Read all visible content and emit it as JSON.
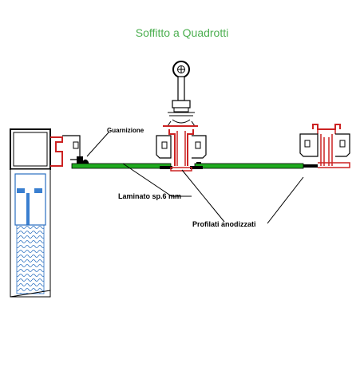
{
  "diagram": {
    "title": "Soffitto a Quadrotti",
    "labels": {
      "gasket": "Guarnizione",
      "laminate": "Laminato sp.6  mm",
      "profiles": "Profilati  anodizzati"
    }
  },
  "colors": {
    "title": "#4caf50",
    "laminate": "#1faa1f",
    "profile": "#cc2222",
    "line": "#000000",
    "post_fill": "#3a7fd0",
    "hatch": "#2a6fc0"
  }
}
